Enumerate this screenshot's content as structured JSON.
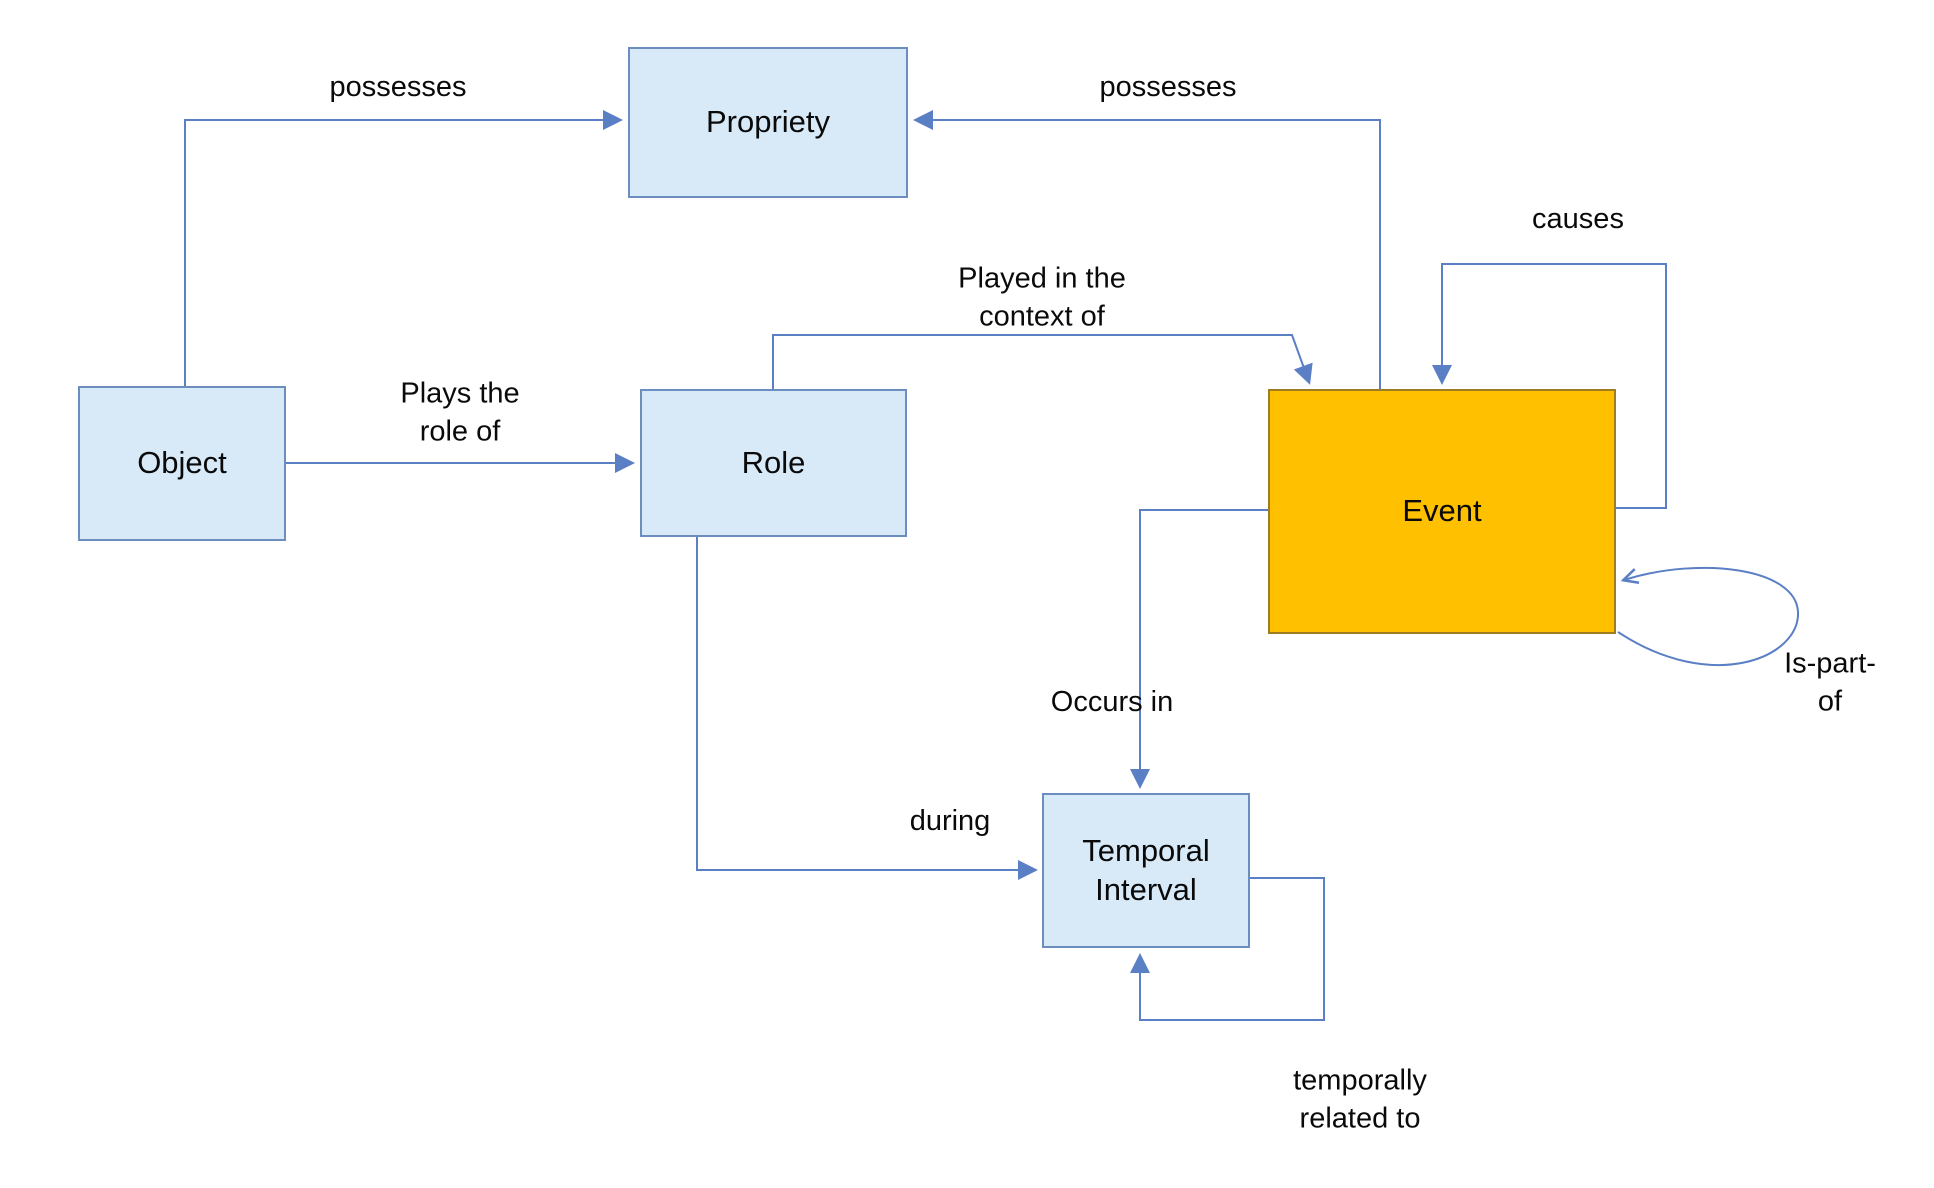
{
  "diagram": {
    "title": "Event ontology concept diagram",
    "nodes": {
      "propriety": {
        "label": "Propriety"
      },
      "object": {
        "label": "Object"
      },
      "role": {
        "label": "Role"
      },
      "event": {
        "label": "Event"
      },
      "temporal_interval": {
        "label": "Temporal Interval"
      }
    },
    "edges": {
      "object_possesses": {
        "label": "possesses",
        "from": "Object",
        "to": "Propriety"
      },
      "event_possesses": {
        "label": "possesses",
        "from": "Event",
        "to": "Propriety"
      },
      "causes": {
        "label": "causes",
        "from": "Event",
        "to": "Event"
      },
      "played_in_context": {
        "label": "Played in the\ncontext of",
        "from": "Role",
        "to": "Event"
      },
      "plays_role": {
        "label": "Plays the\nrole of",
        "from": "Object",
        "to": "Role"
      },
      "is_part_of": {
        "label": "Is-part-of",
        "from": "Event",
        "to": "Event"
      },
      "occurs_in": {
        "label": "Occurs in",
        "from": "Event",
        "to": "Temporal Interval"
      },
      "during": {
        "label": "during",
        "from": "Role",
        "to": "Temporal Interval"
      },
      "temporally_related": {
        "label": "temporally\nrelated to",
        "from": "Temporal Interval",
        "to": "Temporal Interval"
      }
    },
    "colors": {
      "node_fill": "#d8eaf8",
      "node_stroke": "#6c8ebf",
      "event_fill": "#ffc000",
      "event_stroke": "#9e7c22",
      "arrow": "#5b7fc4"
    }
  }
}
